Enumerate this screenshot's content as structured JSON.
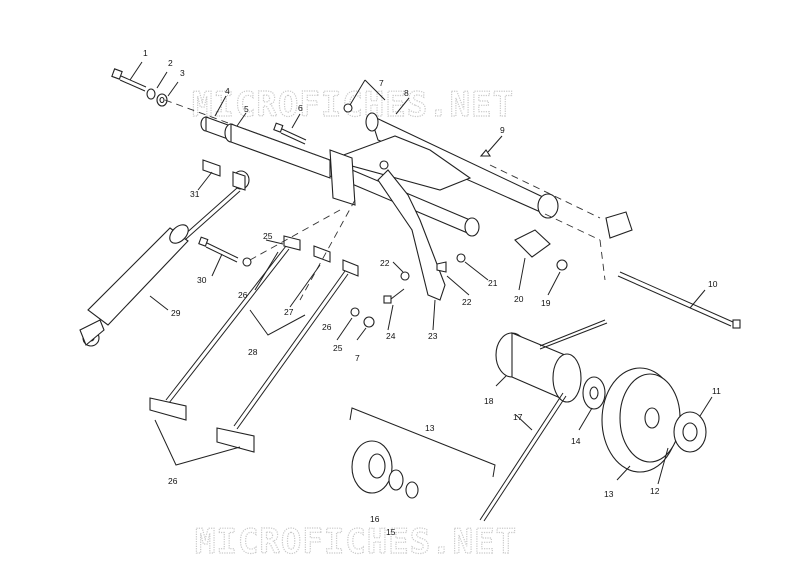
{
  "watermark": {
    "top": "MICROFICHES.NET",
    "bottom": "MICROFICHES.NET"
  },
  "labels": {
    "p1": "1",
    "p2": "2",
    "p3": "3",
    "p4": "4",
    "p5": "5",
    "p6": "6",
    "p7a": "7",
    "p7b": "7",
    "p8": "8",
    "p9": "9",
    "p10": "10",
    "p11": "11",
    "p12": "12",
    "p13a": "13",
    "p13b": "13",
    "p14": "14",
    "p15": "15",
    "p16": "16",
    "p17": "17",
    "p18": "18",
    "p19": "19",
    "p20": "20",
    "p21": "21",
    "p22a": "22",
    "p22b": "22",
    "p23": "23",
    "p24": "24",
    "p25a": "25",
    "p25b": "25",
    "p26a": "26",
    "p26b": "26",
    "p26c": "26",
    "p27": "27",
    "p28": "28",
    "p29": "29",
    "p30": "30",
    "p31": "31"
  }
}
